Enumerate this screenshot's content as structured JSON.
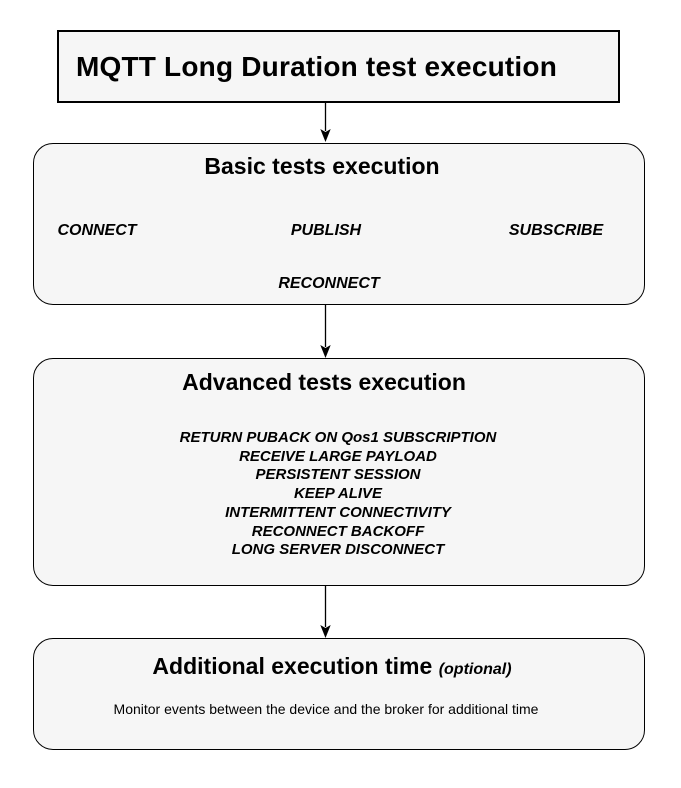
{
  "diagram": {
    "title_box": {
      "label": "MQTT Long Duration test execution"
    },
    "basic_box": {
      "heading": "Basic tests execution",
      "items_row": [
        "CONNECT",
        "PUBLISH",
        "SUBSCRIBE"
      ],
      "item_below": "RECONNECT"
    },
    "advanced_box": {
      "heading": "Advanced tests execution",
      "items": [
        "RETURN PUBACK ON Qos1 SUBSCRIPTION",
        "RECEIVE LARGE PAYLOAD",
        "PERSISTENT SESSION",
        "KEEP ALIVE",
        "INTERMITTENT CONNECTIVITY",
        "RECONNECT BACKOFF",
        "LONG SERVER DISCONNECT"
      ]
    },
    "additional_box": {
      "heading": "Additional execution time",
      "heading_suffix": "(optional)",
      "description": "Monitor events between the device and the broker for additional time"
    },
    "connectors": [
      "down-arrow",
      "down-arrow",
      "down-arrow"
    ],
    "colors": {
      "background": "#ffffff",
      "box_fill": "#f6f6f6",
      "box_border": "#000000",
      "text": "#000000"
    }
  }
}
